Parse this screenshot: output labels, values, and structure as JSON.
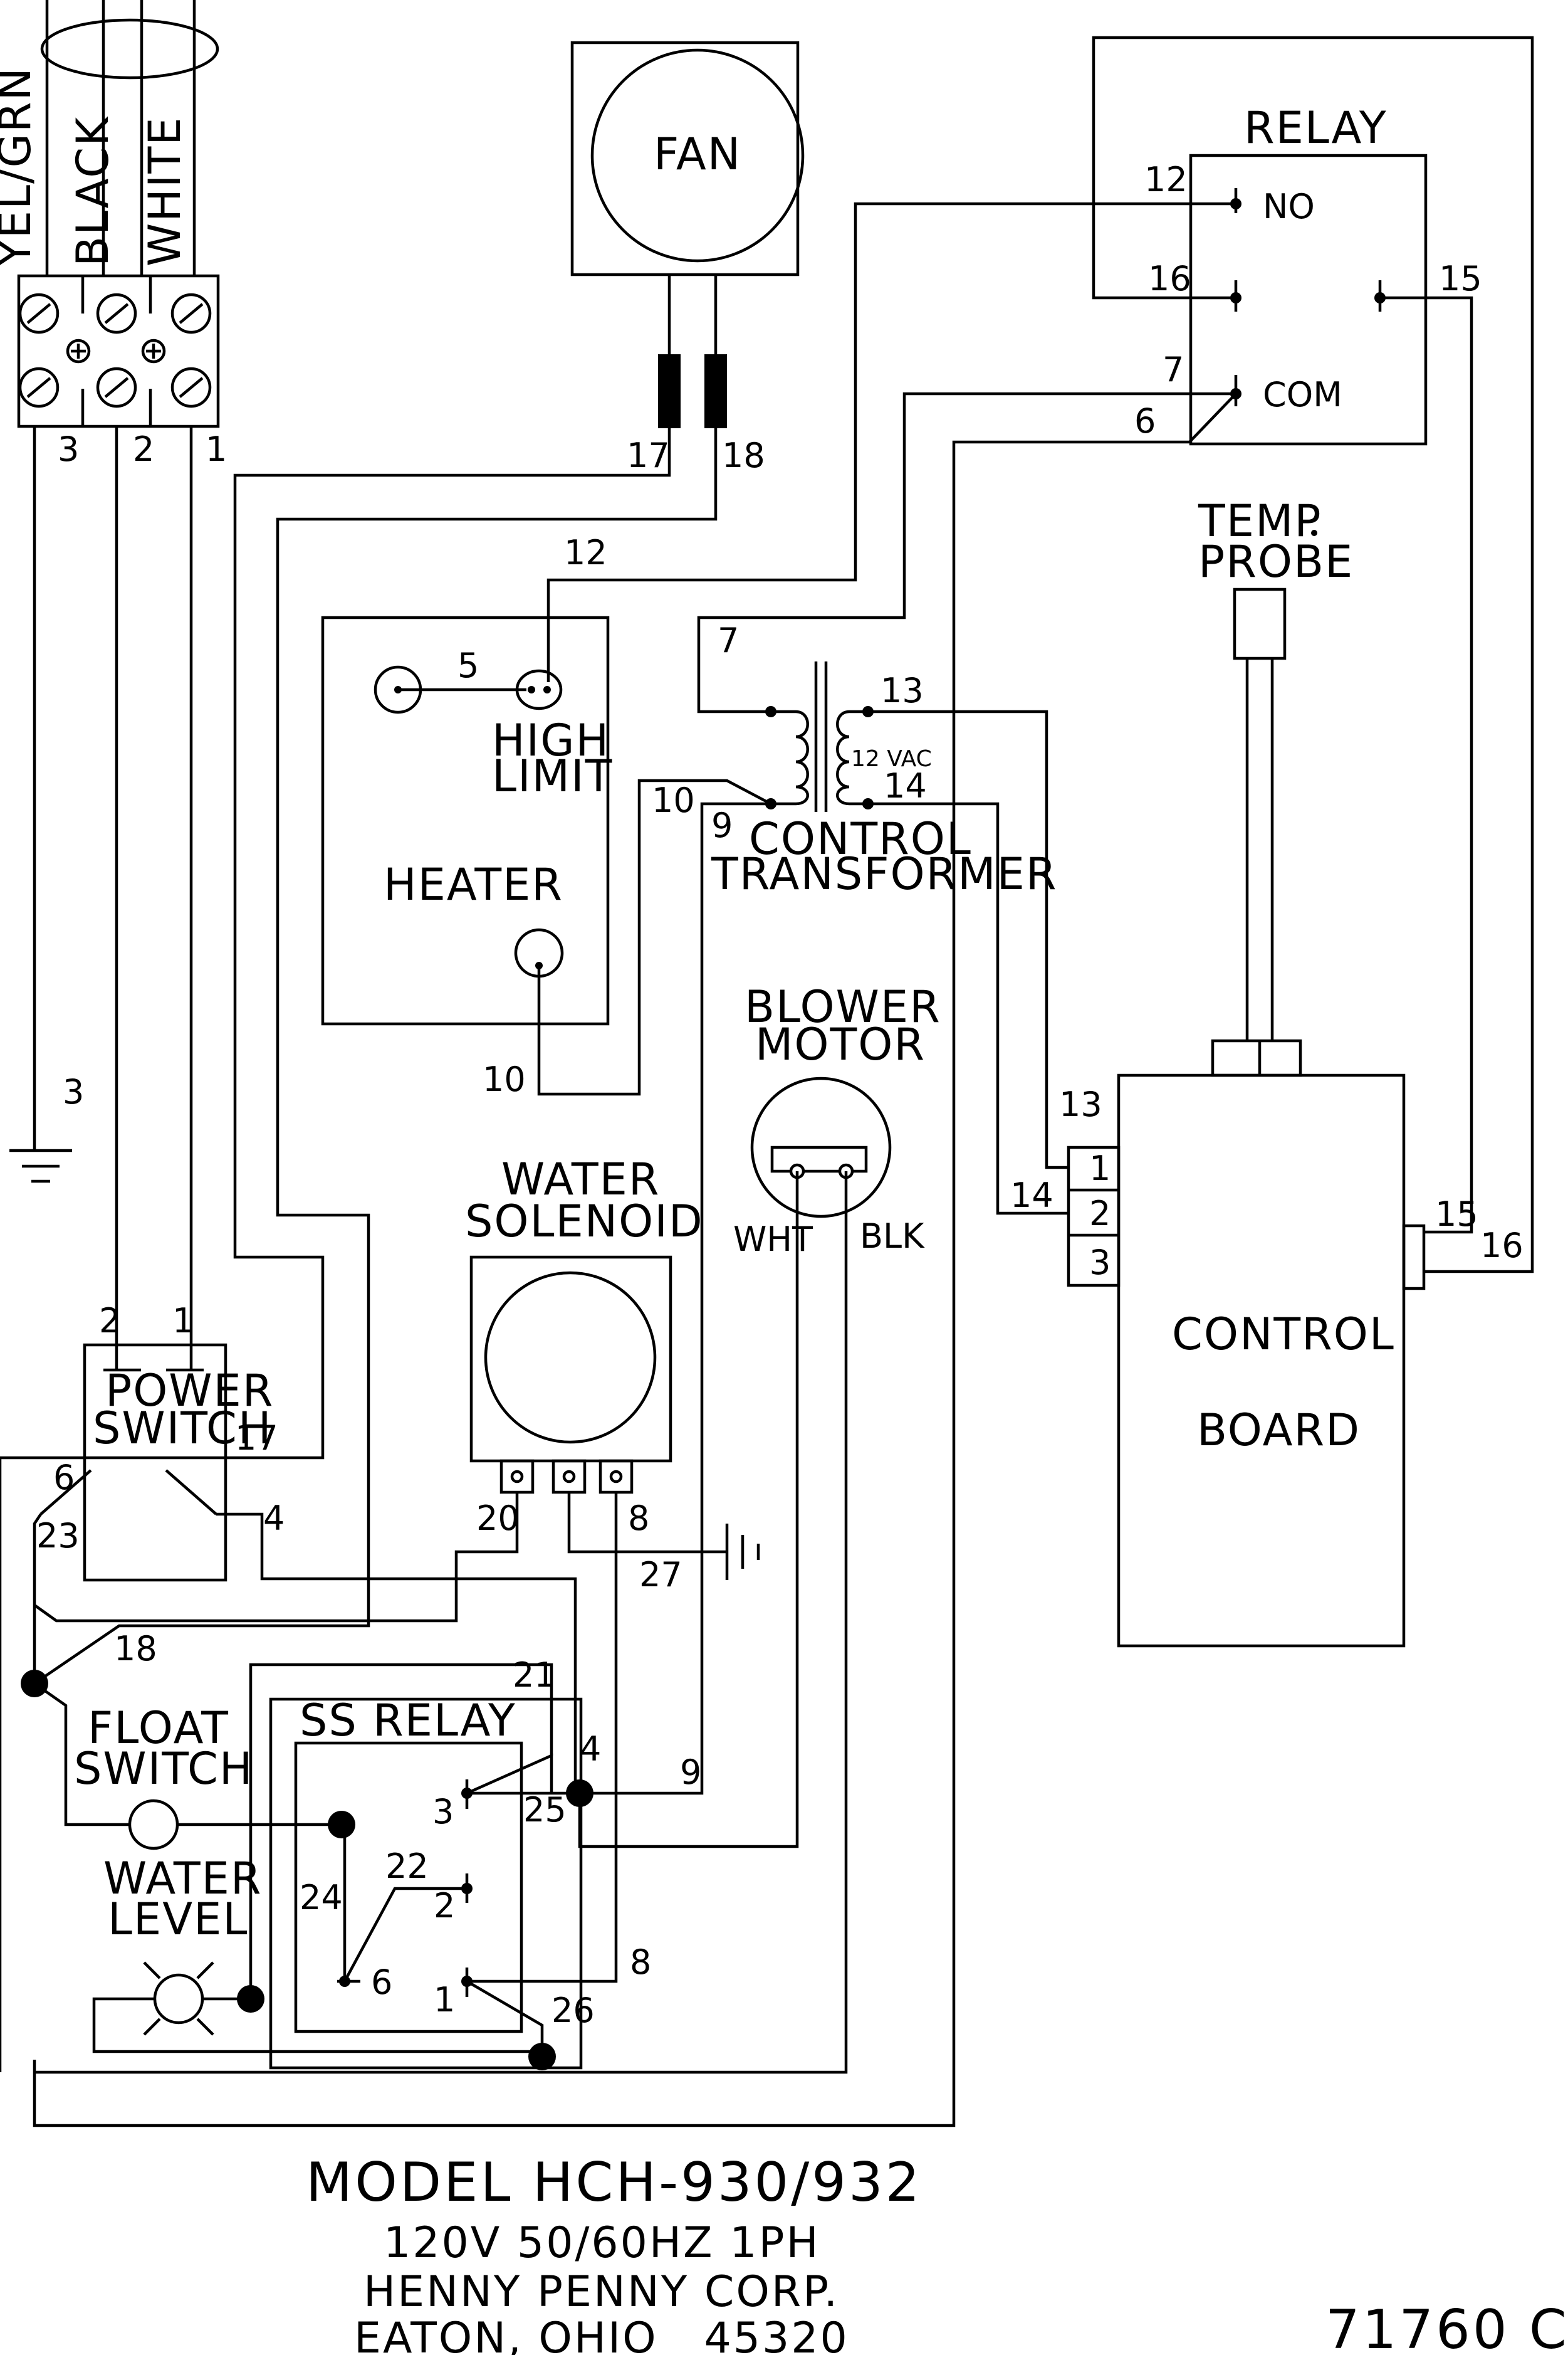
{
  "cord": {
    "wire_colors": [
      "YEL/GRN",
      "BLACK",
      "WHITE"
    ],
    "terminal_numbers": [
      "3",
      "2",
      "1"
    ]
  },
  "components": {
    "fan": "FAN",
    "relay": {
      "title": "RELAY",
      "no": "NO",
      "com": "COM"
    },
    "temp_probe": [
      "TEMP",
      "PROBE"
    ],
    "high_limit": [
      "HIGH",
      "LIMIT"
    ],
    "heater": "HEATER",
    "control_transformer": {
      "lines": [
        "CONTROL",
        "TRANSFORMER"
      ],
      "voltage": "12 VAC"
    },
    "blower_motor": {
      "lines": [
        "BLOWER",
        "MOTOR"
      ],
      "wht": "WHT",
      "blk": "BLK"
    },
    "water_solenoid": [
      "WATER",
      "SOLENOID"
    ],
    "power_switch": [
      "POWER",
      "SWITCH"
    ],
    "control_board": {
      "lines": [
        "CONTROL",
        "BOARD"
      ],
      "pins": [
        "1",
        "2",
        "3"
      ]
    },
    "float_switch": [
      "FLOAT",
      "SWITCH"
    ],
    "water_level": [
      "WATER",
      "LEVEL"
    ],
    "ss_relay": {
      "title": "SS RELAY",
      "pins": [
        "3",
        "2",
        "6",
        "1"
      ]
    }
  },
  "wire_numbers": {
    "w17": "17",
    "w18": "18",
    "w12": "12",
    "w5": "5",
    "w7": "7",
    "w6": "6",
    "w16": "16",
    "w15": "15",
    "w13": "13",
    "w14": "14",
    "w10": "10",
    "w9": "9",
    "w3": "3",
    "w2": "2",
    "w1": "1",
    "w4": "4",
    "w23": "23",
    "w20": "20",
    "w8": "8",
    "w27": "27",
    "w21": "21",
    "w25": "25",
    "w24": "24",
    "w22": "22",
    "w26": "26"
  },
  "footer": {
    "model": "MODEL HCH-930/932",
    "rating": "120V 50/60HZ 1PH",
    "company": "HENNY PENNY CORP.",
    "location": "EATON, OHIO   45320",
    "drawing_number": "71760 C"
  }
}
